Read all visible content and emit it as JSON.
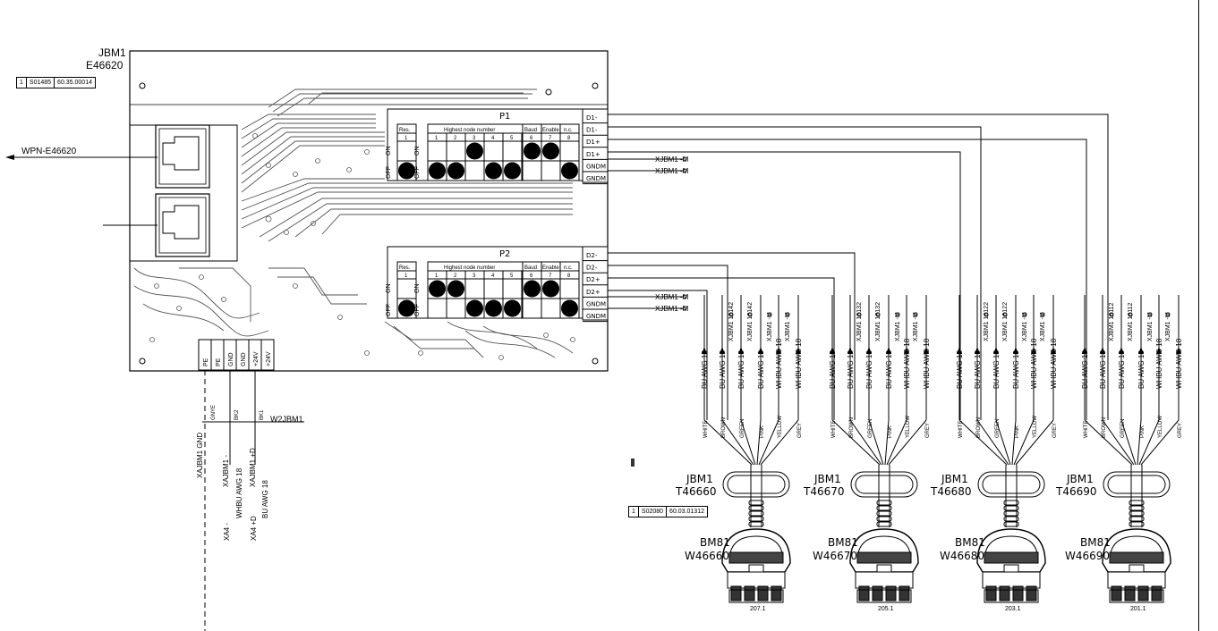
{
  "module": {
    "name": "JBM1",
    "code": "E46620",
    "ref": {
      "qty": "1",
      "part": "S01485",
      "number": "60.35.00014"
    }
  },
  "wpn_label": "WPN-E46620",
  "panels": [
    {
      "name": "P1",
      "headers": [
        "Res.",
        "Highest node number",
        "Baud",
        "Enable",
        "n.c."
      ],
      "cols": [
        "1",
        "1",
        "2",
        "3",
        "4",
        "5",
        "6",
        "7",
        "8"
      ],
      "on_label": "ON",
      "off_label": "OFF",
      "terminals": [
        "D1-",
        "D1-",
        "D1+",
        "D1+",
        "GNDM",
        "GNDM"
      ],
      "switch_states": [
        "off",
        "off",
        "off",
        "on",
        "off",
        "off",
        "on",
        "on",
        "off"
      ],
      "ext": [
        "XJBM1 -M",
        "XJBM1 -M"
      ]
    },
    {
      "name": "P2",
      "headers": [
        "Res.",
        "Highest node number",
        "Baud",
        "Enable",
        "n.c."
      ],
      "cols": [
        "1",
        "1",
        "2",
        "3",
        "4",
        "5",
        "6",
        "7",
        "8"
      ],
      "on_label": "ON",
      "off_label": "OFF",
      "terminals": [
        "D2-",
        "D2-",
        "D2+",
        "D2+",
        "GNDM",
        "GNDM"
      ],
      "switch_states": [
        "off",
        "on",
        "on",
        "off",
        "off",
        "off",
        "on",
        "on",
        "off"
      ],
      "ext": [
        "XJBM1 -M",
        "XJBM1 -M"
      ]
    }
  ],
  "power_terminals": [
    "PE",
    "PE",
    "GND",
    "GND",
    "+24V",
    "+24V"
  ],
  "power_cable": {
    "name": "W2JBM1",
    "cores": [
      "GNYE",
      "BK2",
      "BK1"
    ],
    "ext_labels": [
      "XAJBM1 GND",
      "XAJBM1 -",
      "XAJBM1 +D"
    ],
    "awg_labels": [
      "WHBU AWG 18",
      "BU AWG 18"
    ],
    "xa_labels": [
      "XA4 -",
      "XA4 +D"
    ]
  },
  "ref2": {
    "qty": "1",
    "part": "S02080",
    "number": "60.03.01312"
  },
  "cable_colors": [
    "WHITE",
    "BROWN",
    "GREEN",
    "PINK",
    "YELLOW",
    "GREY"
  ],
  "awg_top": [
    "BU AWG 18",
    "BU AWG 18",
    "BU AWG 18",
    "BU AWG 18",
    "WHBU AWG 18",
    "WHBU AWG 18"
  ],
  "connectors": [
    {
      "t": "JBM1",
      "tcode": "T46660",
      "bm": "BM81",
      "wcode": "W46660",
      "num": "207.1",
      "xlabels": [
        "XJBM1 16142",
        "XJBM1 16142",
        "XJBM1 -M",
        "XJBM1 -M"
      ]
    },
    {
      "t": "JBM1",
      "tcode": "T46670",
      "bm": "BM81",
      "wcode": "W46670",
      "num": "205.1",
      "xlabels": [
        "XJBM1 16132",
        "XJBM1 16132",
        "XJBM1 -M",
        "XJBM1 -M"
      ]
    },
    {
      "t": "JBM1",
      "tcode": "T46680",
      "bm": "BM81",
      "wcode": "W46680",
      "num": "203.1",
      "xlabels": [
        "XJBM1 16122",
        "XJBM1 16122",
        "XJBM1 -M",
        "XJBM1 -M"
      ]
    },
    {
      "t": "JBM1",
      "tcode": "T46690",
      "bm": "BM81",
      "wcode": "W46690",
      "num": "201.1",
      "xlabels": [
        "XJBM1 16112",
        "XJBM1 16112",
        "XJBM1 -M",
        "XJBM1 -M"
      ]
    }
  ]
}
